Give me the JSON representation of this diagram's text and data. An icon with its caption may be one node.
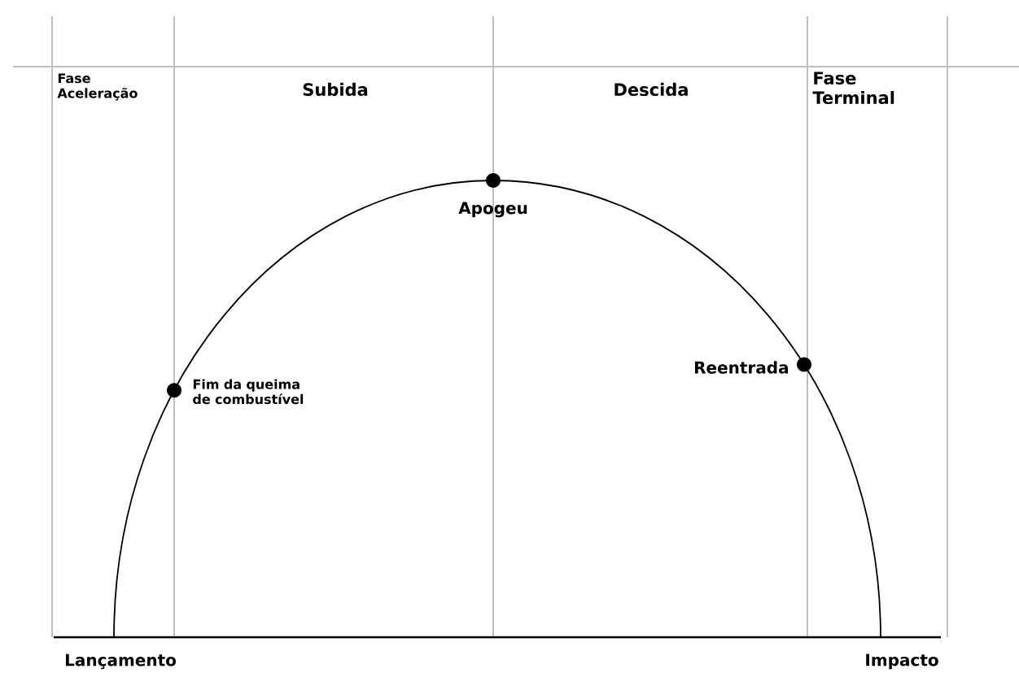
{
  "diagram": {
    "labels": [
      "Fase Aceleração",
      "Subida",
      "Descida",
      "Fase Terminal",
      "Apogeu",
      "Fim da queima de combustível",
      "Reentrada",
      "Lançamento",
      "Impacto"
    ]
  }
}
